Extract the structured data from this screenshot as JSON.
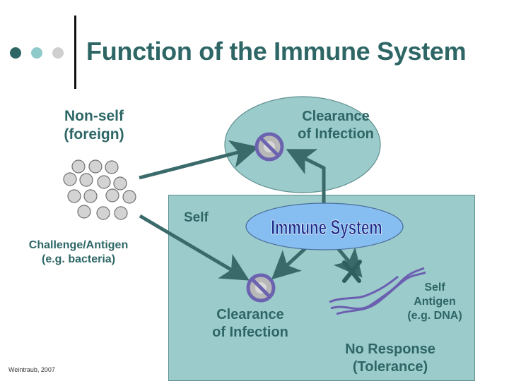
{
  "title": "Function of the Immune System",
  "nonself_label": "Non-self\n(foreign)",
  "challenge_label": "Challenge/Antigen\n(e.g. bacteria)",
  "self_label": "Self",
  "immune_system_label": "Immune System",
  "clearance_top": "Clearance\nof Infection",
  "clearance_bottom": "Clearance\nof Infection",
  "self_antigen_label": "Self\nAntigen\n(e.g. DNA)",
  "no_response_label": "No Response\n(Tolerance)",
  "credit": "Weintraub, 2007",
  "colors": {
    "title": "#2e6666",
    "self_box": "#9ccbcc",
    "top_ellipse": "#9ccbcc",
    "immune_ellipse": "#86bef2",
    "arrow": "#3a6a6a",
    "dna": "#6b5fb0",
    "dot_dark": "#2e6666",
    "dot_mid": "#8fcaca",
    "dot_light": "#cfcfcf"
  },
  "icons": [
    "no-symbol-icon",
    "cross-icon",
    "dna-icon",
    "bacteria-icon"
  ]
}
